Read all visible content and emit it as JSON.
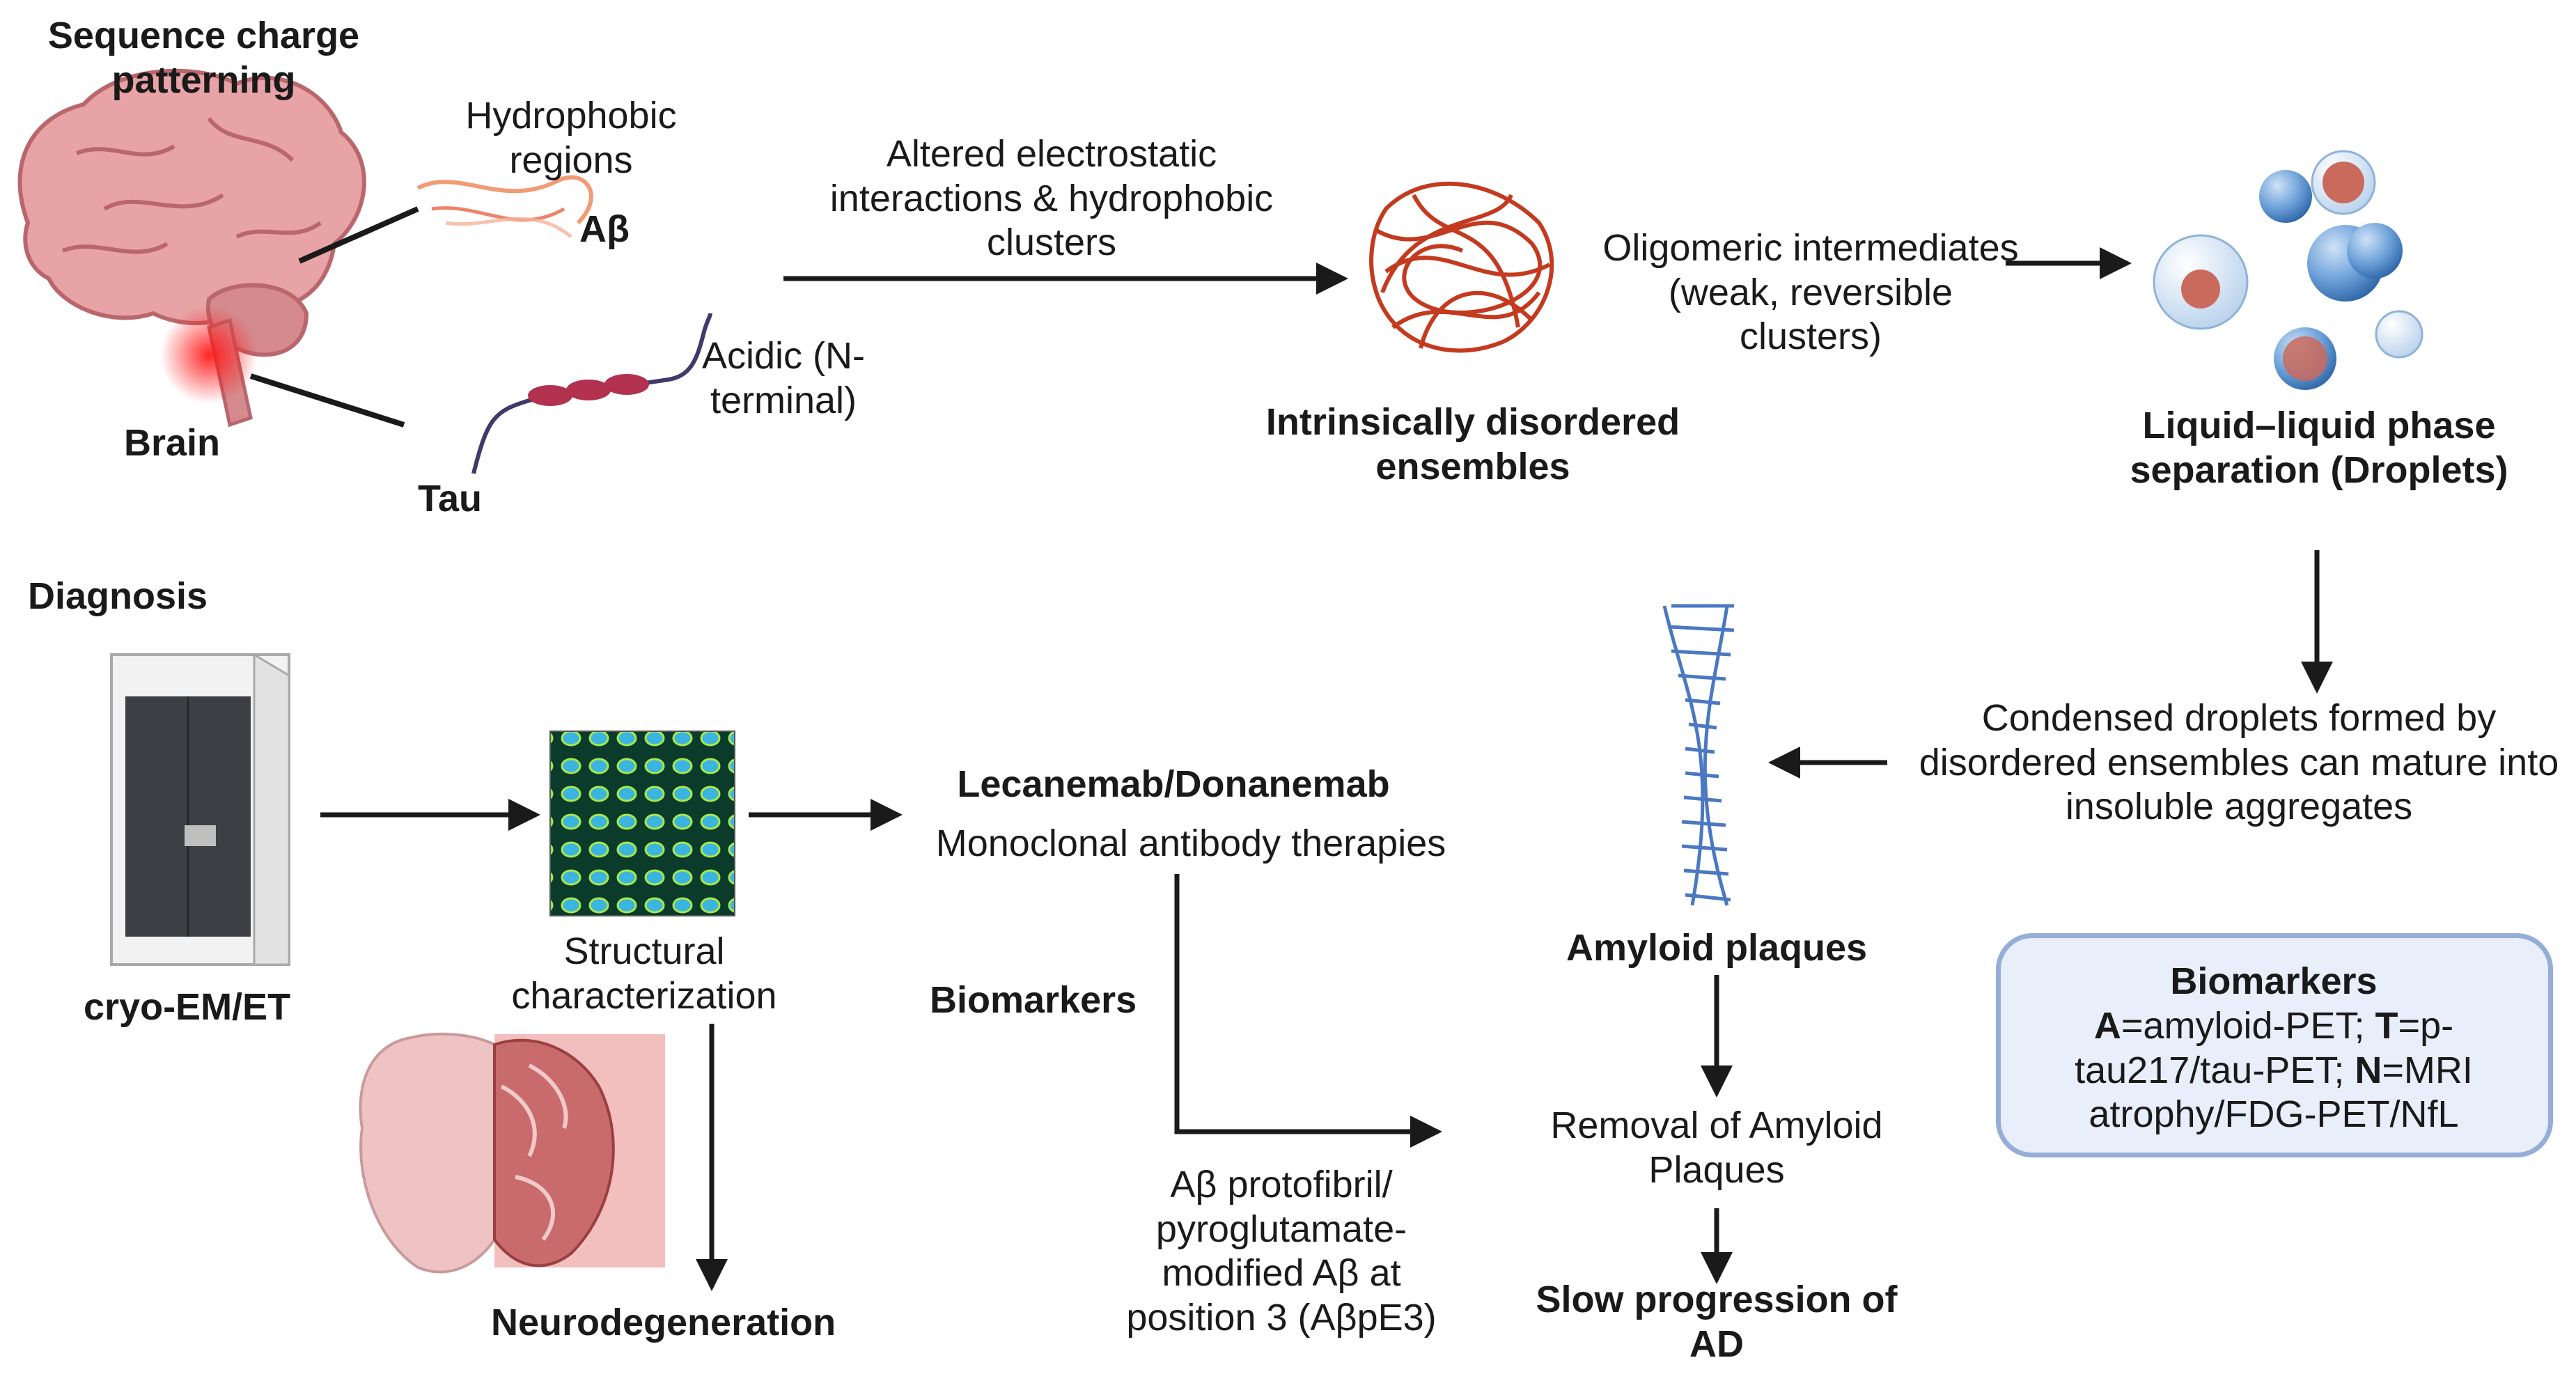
{
  "sequence": {
    "title": "Sequence charge patterning",
    "hydrophobic": "Hydrophobic regions",
    "abeta": "Aβ",
    "acidic": "Acidic (N-terminal)",
    "brain": "Brain",
    "tau": "Tau"
  },
  "step1": {
    "arrow_label": "Altered electrostatic interactions & hydrophobic clusters",
    "ensembles": "Intrinsically disordered ensembles"
  },
  "step2": {
    "arrow_label": "Oligomeric intermediates (weak, reversible clusters)",
    "llps": "Liquid–liquid phase separation (Droplets)"
  },
  "step3": {
    "condensed": "Condensed droplets formed by disordered ensembles can mature into insoluble aggregates",
    "plaques": "Amyloid plaques",
    "removal": "Removal of Amyloid Plaques",
    "slow": "Slow progression of AD"
  },
  "diagnosis": {
    "title": "Diagnosis",
    "cryo": "cryo-EM/ET",
    "structural": "Structural characterization",
    "neuro": "Neurodegeneration"
  },
  "therapy": {
    "drugs": "Lecanemab/Donanemab",
    "mab": "Monoclonal antibody therapies",
    "biomarkers_label": "Biomarkers",
    "protofibril": "Aβ protofibril/ pyroglutamate-modified Aβ at position 3 (AβpE3)"
  },
  "biomarker_box": {
    "title": "Biomarkers",
    "a_key": "A",
    "a_text": "=amyloid-PET; ",
    "t_key": "T",
    "t_text": "=p-tau217/tau-PET; ",
    "n_key": "N",
    "n_text": "=MRI atrophy/FDG-PET/NfL"
  },
  "colors": {
    "arrow": "#1a1a1a",
    "brain": "#e7a3a6",
    "fiber": "#c43a1f",
    "droplet": "#5b93d0",
    "tau": "#b1314f",
    "box_border": "#95aed8",
    "box_fill": "#e9eefb",
    "cell": "#3bb5e0",
    "cell_bg": "#0b3b2a"
  }
}
